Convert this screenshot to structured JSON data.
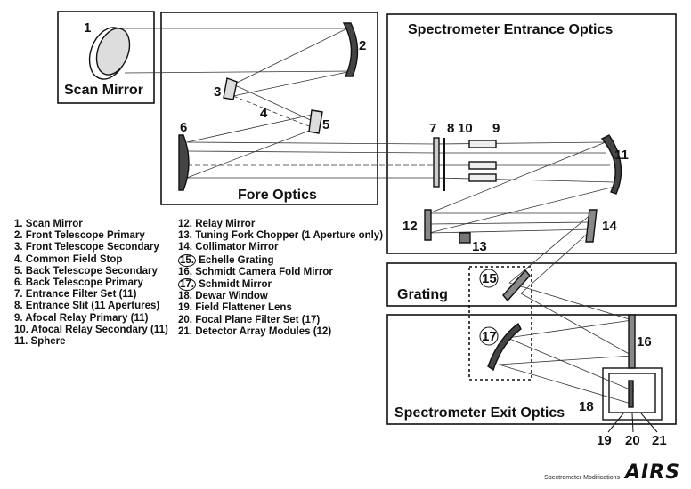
{
  "sections": {
    "scan_mirror": "Scan Mirror",
    "fore_optics": "Fore Optics",
    "entrance_optics": "Spectrometer Entrance Optics",
    "grating": "Grating",
    "exit_optics": "Spectrometer Exit Optics"
  },
  "callouts": {
    "n1": "1",
    "n2": "2",
    "n3": "3",
    "n4": "4",
    "n5": "5",
    "n6": "6",
    "n7": "7",
    "n8": "8",
    "n9": "9",
    "n10": "10",
    "n11": "11",
    "n12": "12",
    "n13": "13",
    "n14": "14",
    "n15": "15",
    "n16": "16",
    "n17": "17",
    "n18": "18",
    "n19": "19",
    "n20": "20",
    "n21": "21"
  },
  "legend_left": [
    "1.  Scan Mirror",
    "2.  Front Telescope Primary",
    "3.  Front Telescope Secondary",
    "4.  Common Field Stop",
    "5.  Back Telescope Secondary",
    "6.  Back Telescope Primary",
    "7.  Entrance Filter Set (11)",
    "8.  Entrance Slit (11 Apertures)",
    "9.  Afocal Relay Primary (11)",
    "10.  Afocal Relay Secondary (11)",
    "11.  Sphere"
  ],
  "legend_right": [
    {
      "num": "12.",
      "text": "Relay Mirror"
    },
    {
      "num": "13.",
      "text": "Tuning Fork Chopper (1 Aperture only)"
    },
    {
      "num": "14.",
      "text": "Collimator Mirror"
    },
    {
      "num": "15.",
      "text": "Echelle Grating",
      "circled": true
    },
    {
      "num": "16.",
      "text": "Schmidt Camera Fold Mirror"
    },
    {
      "num": "17.",
      "text": "Schmidt Mirror",
      "circled": true
    },
    {
      "num": "18.",
      "text": "Dewar Window"
    },
    {
      "num": "19.",
      "text": "Field Flattener Lens"
    },
    {
      "num": "20.",
      "text": "Focal Plane Filter Set (17)"
    },
    {
      "num": "21.",
      "text": "Detector Array Modules (12)"
    }
  ],
  "footer": {
    "caption": "Spectrometer Modifications",
    "logo": "AIRS"
  }
}
